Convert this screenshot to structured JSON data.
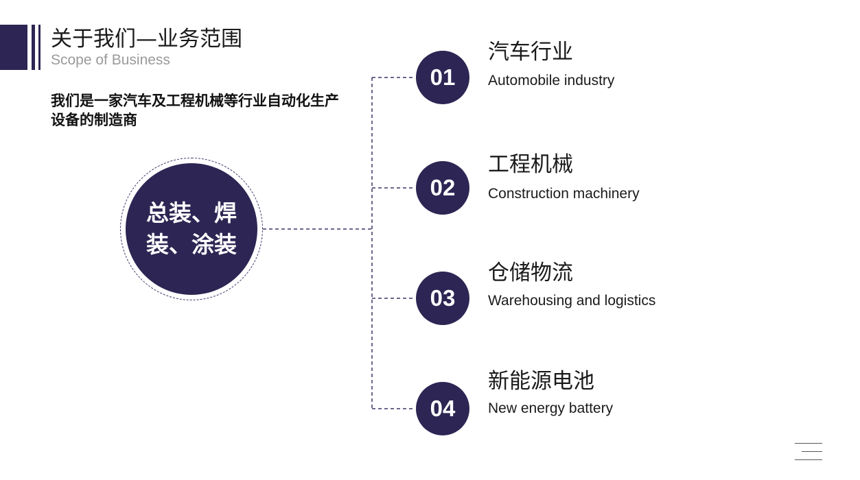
{
  "header": {
    "title": "关于我们—业务范围",
    "subtitle": "Scope of Business"
  },
  "intro": {
    "text": "我们是一家汽车及工程机械等行业自动化生产设备的制造商"
  },
  "core": {
    "line1": "总装、焊",
    "line2": "装、涂装"
  },
  "items": [
    {
      "number": "01",
      "cn": "汽车行业",
      "en": "Automobile industry"
    },
    {
      "number": "02",
      "cn": "工程机械",
      "en": "Construction machinery"
    },
    {
      "number": "03",
      "cn": "仓储物流",
      "en": "Warehousing and logistics"
    },
    {
      "number": "04",
      "cn": "新能源电池",
      "en": "New energy battery"
    }
  ],
  "colors": {
    "accent": "#2d2553",
    "text": "#1a1a1a",
    "subtitle": "#9a9a9a"
  },
  "icons": {
    "menu": "menu-lines-icon"
  }
}
